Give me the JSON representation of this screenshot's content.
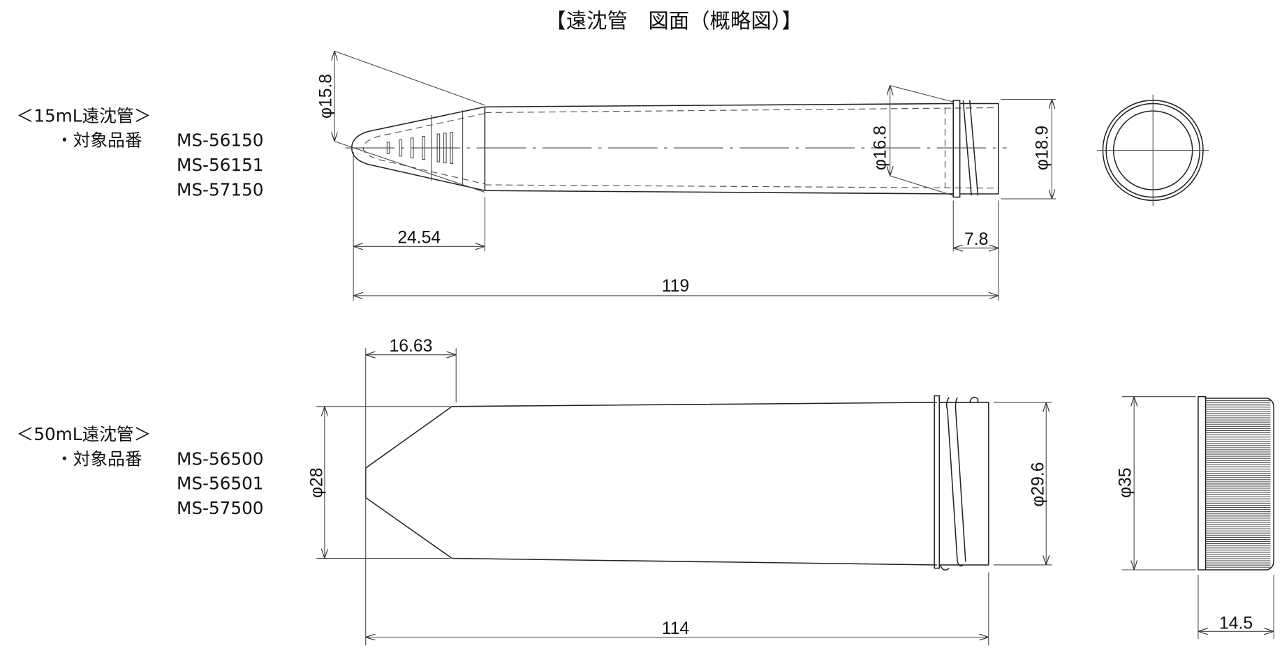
{
  "title": "【遠沈管　図面（概略図）】",
  "tube15": {
    "heading": "＜15mL遠沈管＞",
    "parts_label": "・対象品番",
    "part_numbers": [
      "MS-56150",
      "MS-56151",
      "MS-57150"
    ],
    "dimensions": {
      "tip_diameter": "φ15.8",
      "inner_diameter": "φ16.8",
      "outer_diameter": "φ18.9",
      "cone_length": "24.54",
      "thread_length": "7.8",
      "total_length": "119"
    }
  },
  "tube50": {
    "heading": "＜50mL遠沈管＞",
    "parts_label": "・対象品番",
    "part_numbers": [
      "MS-56500",
      "MS-56501",
      "MS-57500"
    ],
    "dimensions": {
      "body_diameter": "φ28",
      "cone_length": "16.63",
      "outer_diameter": "φ29.6",
      "total_length": "114",
      "cap_diameter": "φ35",
      "cap_height": "14.5"
    }
  }
}
